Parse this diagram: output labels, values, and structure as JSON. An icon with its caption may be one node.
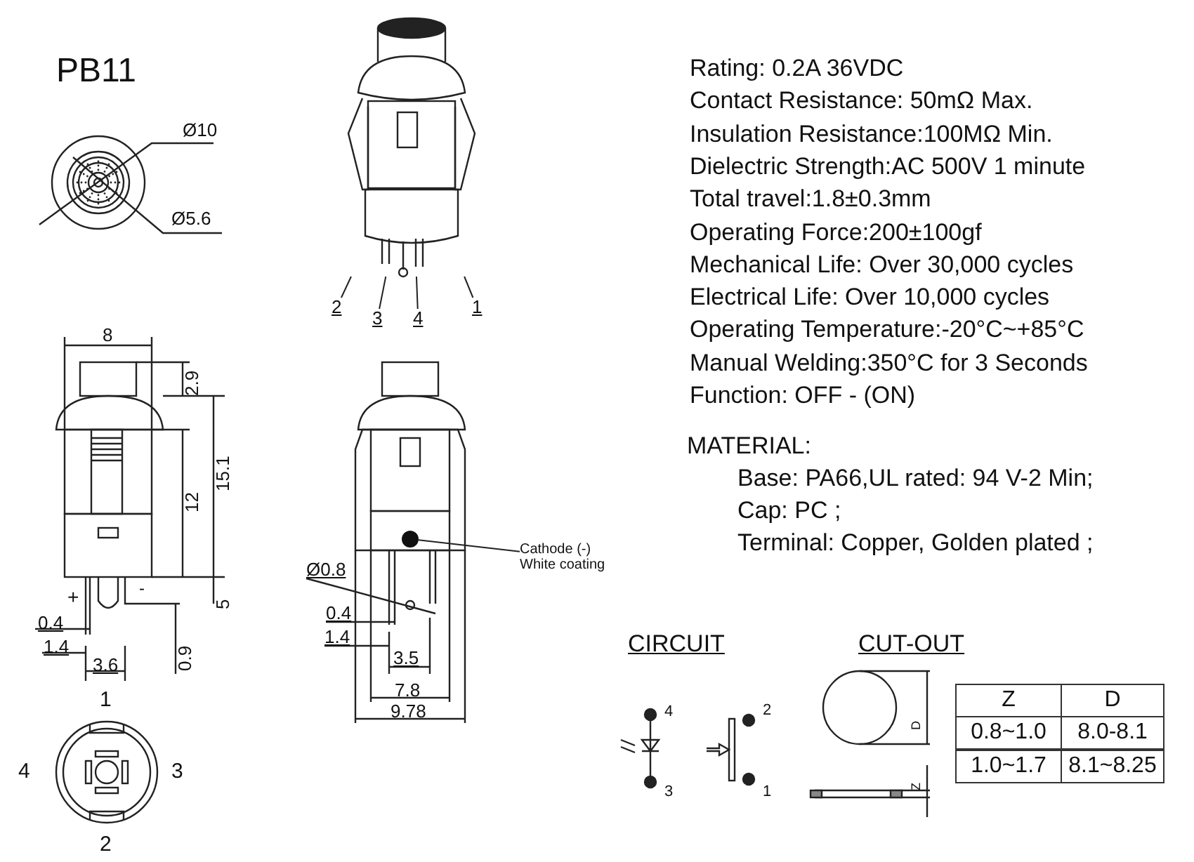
{
  "diagram": {
    "title": "PB11",
    "nodes": [
      {
        "text": [
          "Cathode (-) White coating"
        ]
      },
      {
        "text": [],
        "shape": "circle"
      },
      {
        "text": [
          "2"
        ]
      },
      {
        "text": [
          "3"
        ]
      },
      {
        "text": [
          "4"
        ]
      },
      {
        "text": [
          "1"
        ]
      },
      {
        "text": [],
        "shape": "picture"
      }
    ],
    "edges": [
      {
        "from": 0,
        "to": 1,
        "arrow": "none"
      },
      {
        "from": 2,
        "to": 6,
        "arrow": "none"
      },
      {
        "from": 3,
        "to": 6,
        "arrow": "none"
      },
      {
        "from": 4,
        "to": 6,
        "arrow": "none"
      },
      {
        "from": 5,
        "to": 6,
        "arrow": "none"
      }
    ],
    "labels": [
      "Ø10",
      "Ø5.6",
      "Rating: 0.2A 36VDC",
      "Contact Resistance: 50mΩ Max.",
      "Insulation Resistance:100MΩ  Min.",
      "Dielectric Strength:AC 500V 1 minute",
      "Total travel:1.8±0.3mm",
      "Operating Force:200±100gf",
      "Mechanical Life: Over 30,000 cycles",
      "Electrical Life: Over 10,000 cycles",
      "Operating Temperature:-20°C~+85°C",
      "Manual Welding:350°C for 3 Seconds",
      "Function:  OFF - (ON)",
      "MATERIAL:",
      "Base: PA66,UL rated: 94 V-2 Min;",
      "Cap: PC ;",
      "Terminal: Copper, Golden plated ;",
      "8",
      "2.9",
      "15.1",
      "12",
      "5",
      "+",
      "-",
      "0.4",
      "1.4",
      "0.9",
      "3.6",
      "Ø0.8",
      "0.4",
      "1.4",
      "3.5",
      "7.8",
      "9.78",
      "1",
      "4",
      "3",
      "2",
      "CIRCUIT",
      "CUT-OUT",
      "4",
      "3",
      "2",
      "1",
      "D",
      "Z",
      "Z",
      "D",
      "0.8~1.0",
      "8.0-8.1",
      "1.0~1.7",
      "8.1~8.25"
    ]
  }
}
